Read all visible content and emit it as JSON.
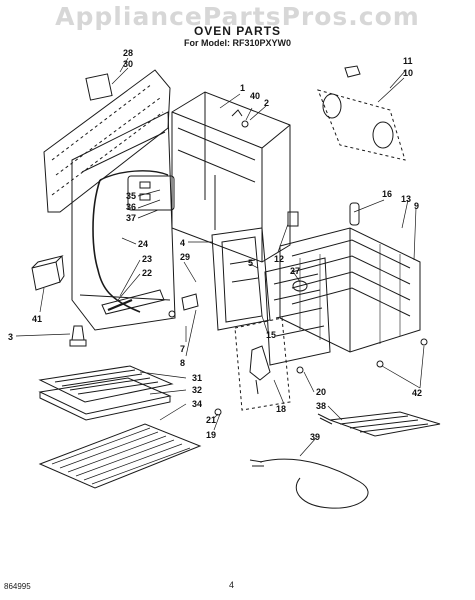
{
  "watermark": "AppliancePartsPros.com",
  "header": {
    "title": "OVEN PARTS",
    "model_label": "For Model: RF310PXYW0"
  },
  "footer": {
    "code": "864995",
    "page": "4"
  },
  "callouts": [
    "1",
    "2",
    "3",
    "4",
    "5",
    "7",
    "8",
    "9",
    "10",
    "11",
    "12",
    "13",
    "15",
    "16",
    "18",
    "19",
    "20",
    "21",
    "22",
    "23",
    "24",
    "27",
    "28",
    "29",
    "30",
    "31",
    "32",
    "34",
    "35",
    "36",
    "37",
    "38",
    "39",
    "40",
    "41",
    "42"
  ]
}
